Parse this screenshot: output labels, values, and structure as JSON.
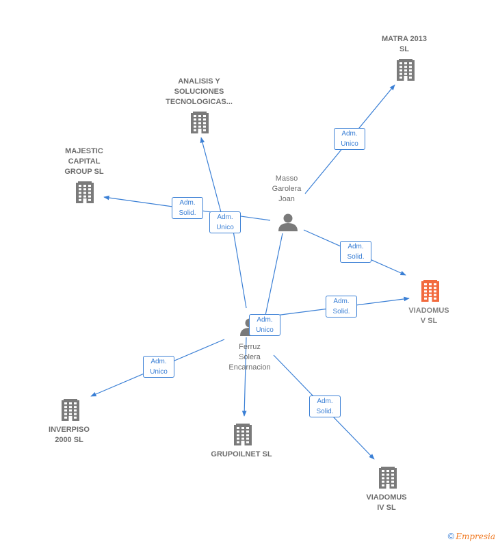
{
  "colors": {
    "edge": "#3a7fd5",
    "company": "#7a7a7a",
    "company_highlight": "#f26a3d",
    "person": "#7a7a7a"
  },
  "companies": [
    {
      "id": "matra",
      "lines": [
        "MATRA 2013",
        "SL"
      ],
      "highlight": false
    },
    {
      "id": "analisis",
      "lines": [
        "ANALISIS Y",
        "SOLUCIONES",
        "TECNOLOGICAS..."
      ],
      "highlight": false
    },
    {
      "id": "majestic",
      "lines": [
        "MAJESTIC",
        "CAPITAL",
        "GROUP SL"
      ],
      "highlight": false
    },
    {
      "id": "viadomus5",
      "lines": [
        "VIADOMUS",
        "V  SL"
      ],
      "highlight": true
    },
    {
      "id": "inverpiso",
      "lines": [
        "INVERPISO",
        "2000  SL"
      ],
      "highlight": false
    },
    {
      "id": "grupoilnet",
      "lines": [
        "GRUPOILNET SL"
      ],
      "highlight": false
    },
    {
      "id": "viadomus4",
      "lines": [
        "VIADOMUS",
        "IV  SL"
      ],
      "highlight": false
    }
  ],
  "persons": [
    {
      "id": "masso",
      "lines": [
        "Masso",
        "Garolera",
        "Joan"
      ]
    },
    {
      "id": "ferruz",
      "lines": [
        "Ferruz",
        "Solera",
        "Encarnacion"
      ]
    }
  ],
  "roles": [
    {
      "lines": [
        "Adm.",
        "Unico"
      ]
    },
    {
      "lines": [
        "Adm.",
        "Solid."
      ]
    },
    {
      "lines": [
        "Adm.",
        "Unico"
      ]
    },
    {
      "lines": [
        "Adm.",
        "Solid."
      ]
    },
    {
      "lines": [
        "Adm.",
        "Solid."
      ]
    },
    {
      "lines": [
        "Adm.",
        "Unico"
      ]
    },
    {
      "lines": [
        "Adm.",
        "Unico"
      ]
    },
    {
      "lines": [
        "Adm.",
        "Solid."
      ]
    }
  ],
  "footer": {
    "copyright": "©",
    "brand": "Empresia"
  }
}
